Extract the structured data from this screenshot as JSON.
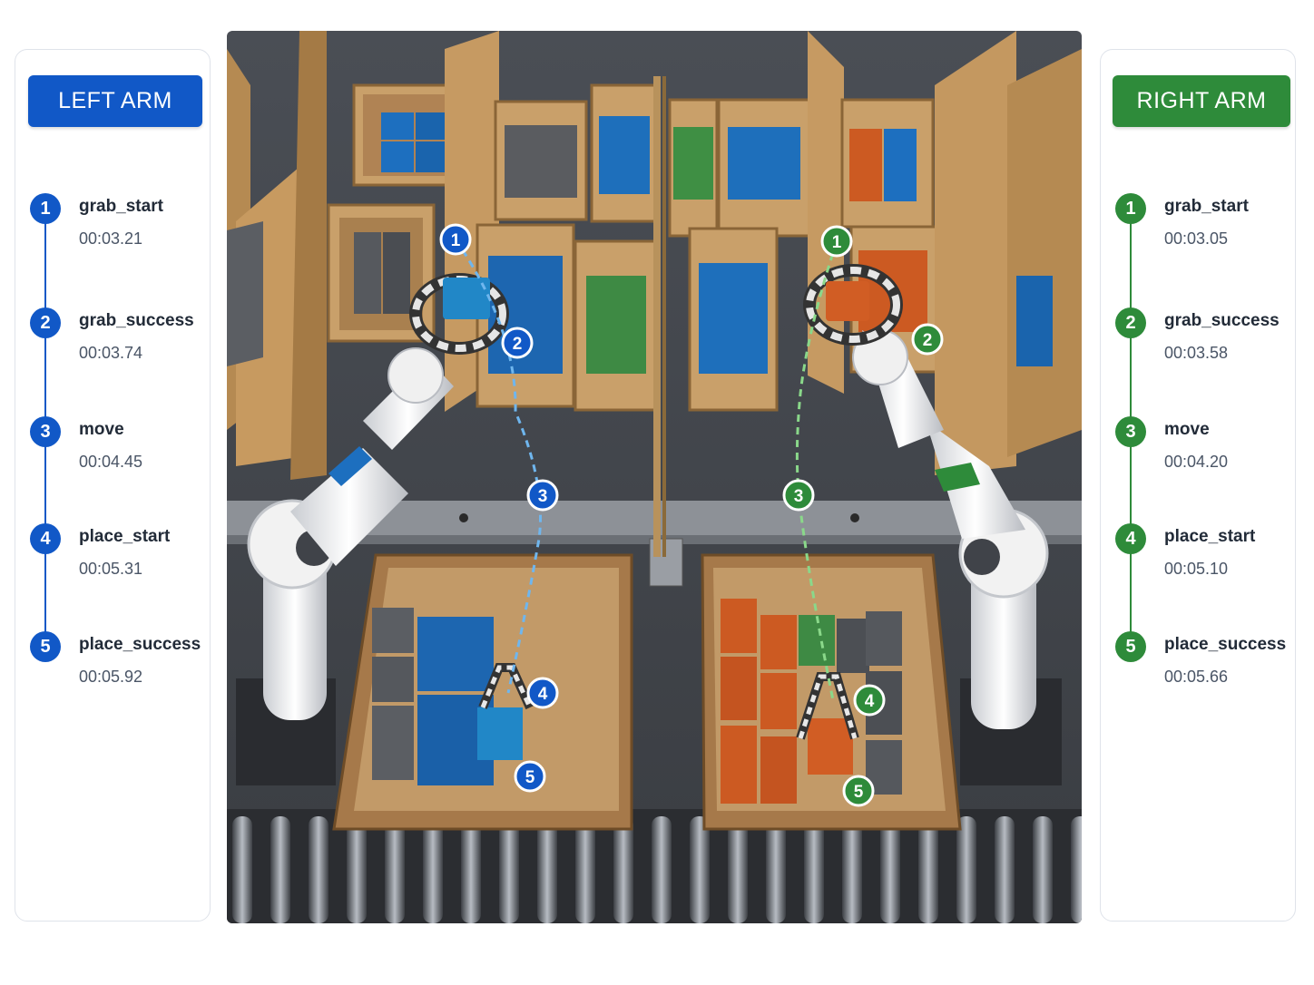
{
  "colors": {
    "left_accent": "#1158c7",
    "right_accent": "#2e8b3a",
    "left_path": "#5aa9e6",
    "right_path": "#7fd17f"
  },
  "left_arm": {
    "title": "LEFT ARM",
    "events": [
      {
        "step": "1",
        "name": "grab_start",
        "time": "00:03.21"
      },
      {
        "step": "2",
        "name": "grab_success",
        "time": "00:03.74"
      },
      {
        "step": "3",
        "name": "move",
        "time": "00:04.45"
      },
      {
        "step": "4",
        "name": "place_start",
        "time": "00:05.31"
      },
      {
        "step": "5",
        "name": "place_success",
        "time": "00:05.92"
      }
    ]
  },
  "right_arm": {
    "title": "RIGHT ARM",
    "events": [
      {
        "step": "1",
        "name": "grab_start",
        "time": "00:03.05"
      },
      {
        "step": "2",
        "name": "grab_success",
        "time": "00:03.58"
      },
      {
        "step": "3",
        "name": "move",
        "time": "00:04.20"
      },
      {
        "step": "4",
        "name": "place_start",
        "time": "00:05.10"
      },
      {
        "step": "5",
        "name": "place_success",
        "time": "00:05.66"
      }
    ]
  },
  "scene": {
    "left_markers": [
      "1",
      "2",
      "3",
      "4",
      "5"
    ],
    "right_markers": [
      "1",
      "2",
      "3",
      "4",
      "5"
    ]
  }
}
